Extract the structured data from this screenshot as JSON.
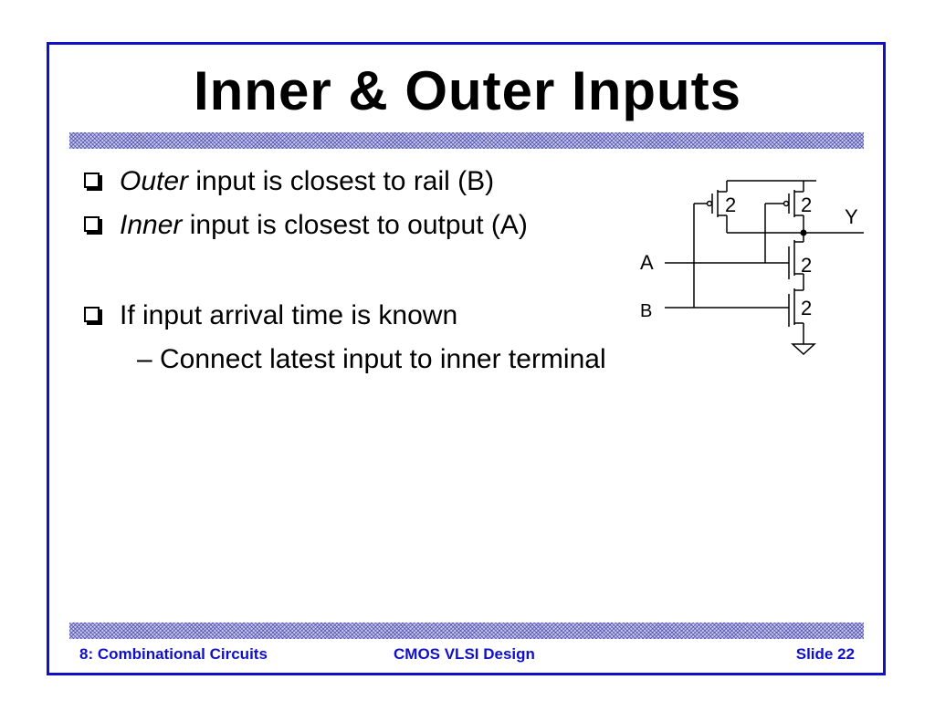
{
  "slide": {
    "title": "Inner & Outer Inputs",
    "bullets": {
      "b1_em": "Outer",
      "b1_rest": " input is closest to rail (B)",
      "b2_em": "Inner",
      "b2_rest": " input is closest to output (A)",
      "b3": "If input arrival time is known",
      "b4": "– Connect latest input to inner terminal"
    },
    "circuit": {
      "labels": {
        "a": "A",
        "b": "B",
        "y": "Y",
        "p1": "2",
        "p2": "2",
        "n1": "2",
        "n2": "2"
      }
    },
    "footer": {
      "left": "8: Combinational Circuits",
      "center": "CMOS VLSI Design",
      "right": "Slide 22"
    },
    "colors": {
      "frame": "#1010c8",
      "footer_text": "#1010c8",
      "band": "#c8c8e8"
    }
  }
}
